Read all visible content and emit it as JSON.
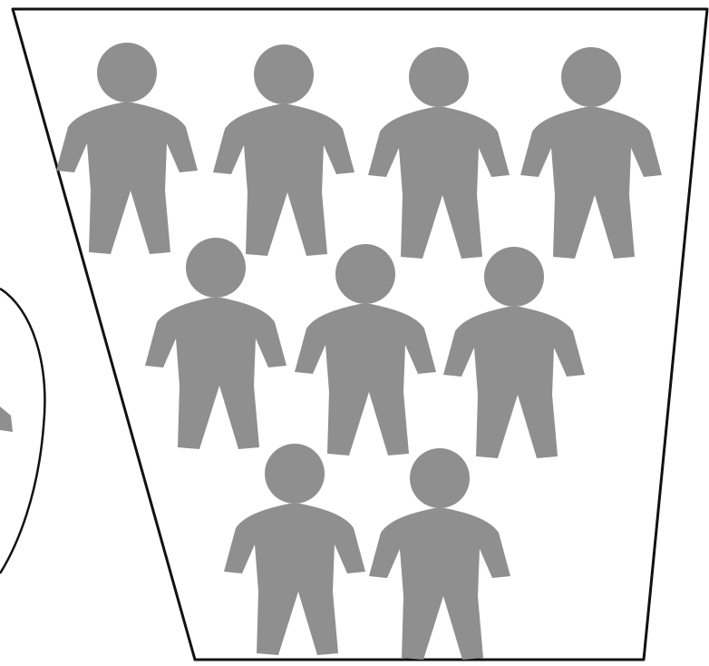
{
  "colors": {
    "background": "#ffffff",
    "outline": "#111111",
    "figure_fill": "#8f8f8f"
  },
  "figures": {
    "total": 9,
    "rows": [
      4,
      3,
      2
    ]
  },
  "partial_circle": {
    "visible": true,
    "contains_partial_figure": true
  }
}
